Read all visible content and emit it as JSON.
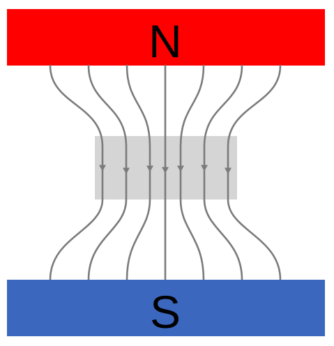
{
  "north_pole": {
    "label": "N",
    "color": "#ff0000"
  },
  "south_pole": {
    "label": "S",
    "color": "#3c67be"
  },
  "material_block": {
    "color": "#d5d5d5"
  },
  "field_lines": {
    "count": 7,
    "color": "#7b7b7b",
    "direction": "north-to-south"
  }
}
